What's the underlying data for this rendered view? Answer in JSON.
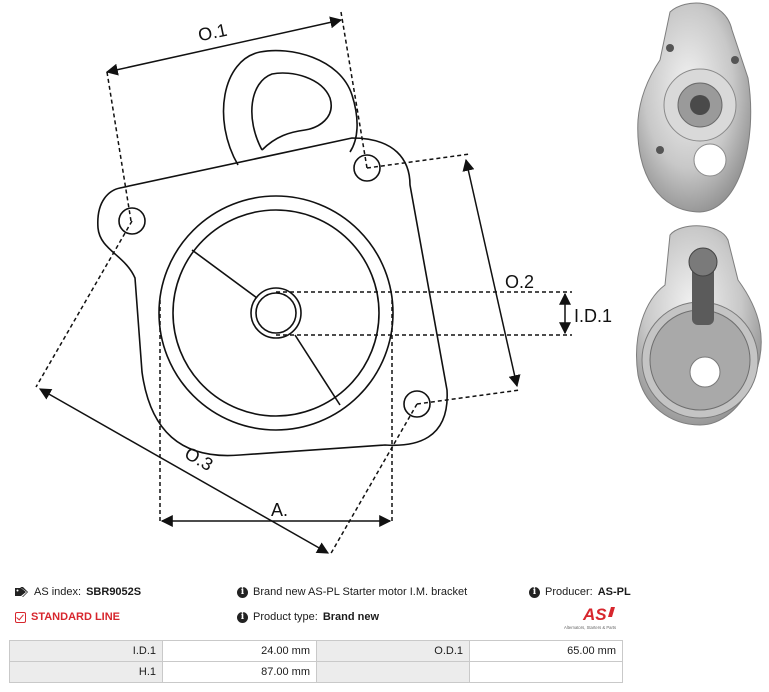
{
  "diagram": {
    "labels": {
      "od1": "O.1",
      "od2": "O.2",
      "od3": "O.3",
      "id1": "I.D.1",
      "a": "A."
    }
  },
  "photos": {
    "top_icon": "bracket-front-photo",
    "bottom_icon": "bracket-back-photo"
  },
  "info": {
    "as_index_label": "AS index:",
    "as_index_value": "SBR9052S",
    "description": "Brand new AS-PL Starter motor I.M. bracket",
    "producer_label": "Producer:",
    "producer_value": "AS-PL",
    "standard_line": "STANDARD LINE",
    "product_type_label": "Product type:",
    "product_type_value": "Brand new",
    "logo_text": "AS",
    "logo_sub": "Alternators, Starters & Parts"
  },
  "specs": [
    {
      "label": "I.D.1",
      "value": "24.00 mm",
      "label2": "O.D.1",
      "value2": "65.00 mm"
    },
    {
      "label": "H.1",
      "value": "87.00 mm",
      "label2": "",
      "value2": ""
    }
  ],
  "colors": {
    "accent_red": "#d7262d",
    "table_label_bg": "#ececec",
    "table_border": "#c9c9c9"
  }
}
